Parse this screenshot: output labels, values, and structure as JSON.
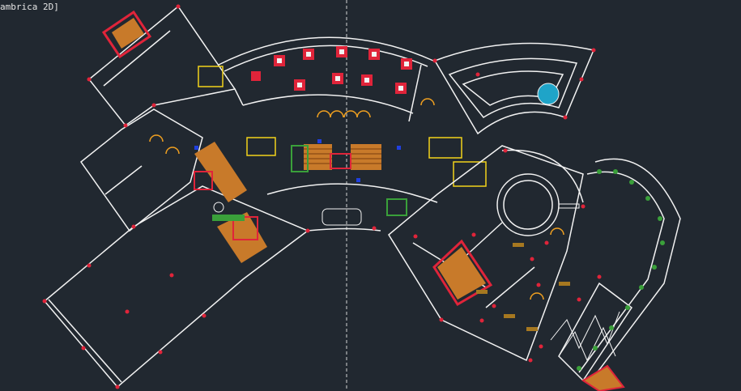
{
  "viewport": {
    "title_label": "ambrica 2D]",
    "background": "#212830"
  },
  "colors": {
    "wall": "#f2f2f2",
    "accent_red": "#e0243a",
    "stair_orange": "#c87a2a",
    "door_orange": "#f0a020",
    "furniture_yellow": "#f2d21a",
    "plant_green": "#3aa03a",
    "pool_cyan": "#1fa4c8",
    "crosshair": "#ffffff"
  },
  "icons": [
    "crosshair-axis",
    "pool-circle",
    "table-chair-set",
    "stair-block",
    "door-swing"
  ]
}
